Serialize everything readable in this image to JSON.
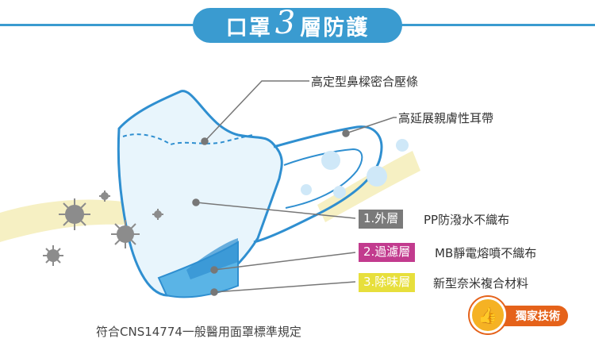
{
  "title": {
    "prefix": "口罩",
    "number": "3",
    "suffix": "層防護"
  },
  "callouts": {
    "nose_strip": "高定型鼻樑密合壓條",
    "ear_band": "高延展親膚性耳帶"
  },
  "layers": [
    {
      "tag": "1.外層",
      "desc": "PP防潑水不織布",
      "color": "#7a7a7a"
    },
    {
      "tag": "2.過濾層",
      "desc": "MB靜電熔噴不織布",
      "color": "#c23b8e"
    },
    {
      "tag": "3.除味層",
      "desc": "新型奈米複合材料",
      "color": "#e7df3c"
    }
  ],
  "badge": {
    "label": "獨家技術",
    "icon": "thumbs-up-icon"
  },
  "footer": "符合CNS14774一般醫用面罩標準規定",
  "colors": {
    "accent": "#3a9bd0",
    "badge": "#e5621a",
    "mask_fill": "#e8f5fc"
  }
}
